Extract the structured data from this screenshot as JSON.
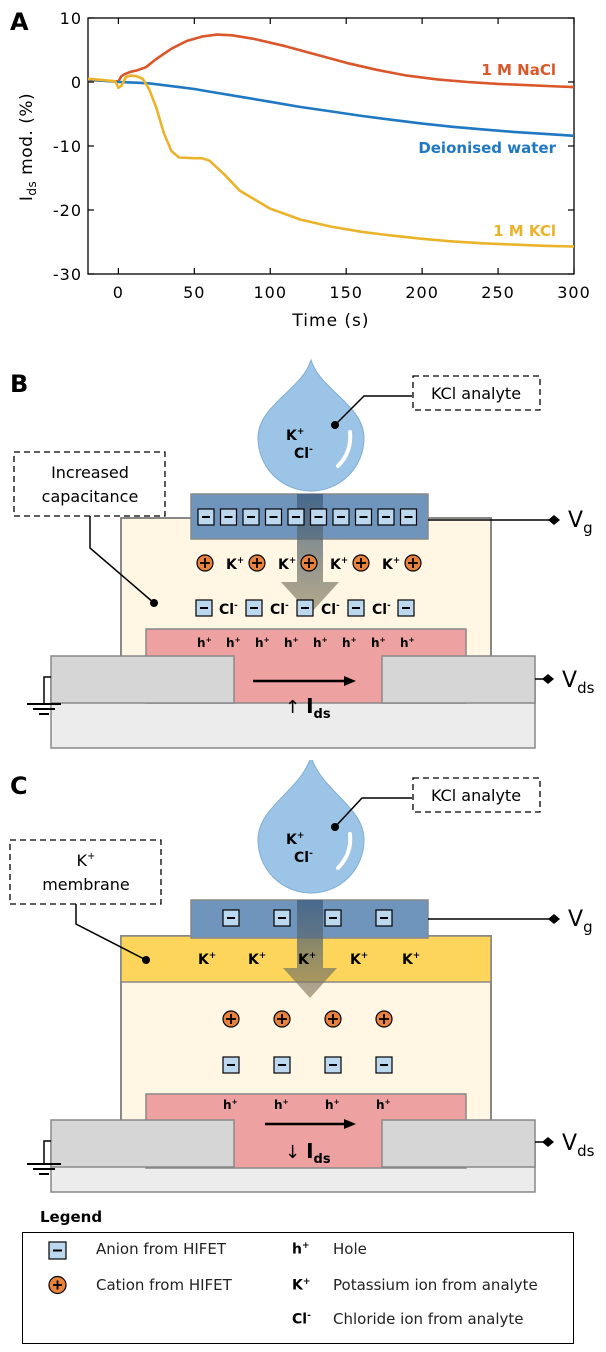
{
  "chart_data": {
    "type": "line",
    "panel_label": "A",
    "xlabel": "Time (s)",
    "ylabel_main": "I",
    "ylabel_sub": "ds",
    "ylabel_rest": " mod. (%)",
    "xlim": [
      -20,
      300
    ],
    "ylim": [
      -30,
      10
    ],
    "xticks": [
      0,
      50,
      100,
      150,
      200,
      250,
      300
    ],
    "yticks": [
      10,
      0,
      -10,
      -20,
      -30
    ],
    "series": [
      {
        "name": "1 M NaCl",
        "color": "#d9572a",
        "x": [
          -20,
          -10,
          0,
          2,
          4,
          8,
          12,
          18,
          25,
          35,
          45,
          55,
          65,
          75,
          90,
          110,
          130,
          150,
          170,
          190,
          210,
          230,
          250,
          270,
          290,
          300
        ],
        "y": [
          0.3,
          0.2,
          0.1,
          0.9,
          1.2,
          1.6,
          1.8,
          2.3,
          3.6,
          5.2,
          6.4,
          7.1,
          7.4,
          7.3,
          6.7,
          5.6,
          4.3,
          3.0,
          1.9,
          1.0,
          0.4,
          0.0,
          -0.3,
          -0.5,
          -0.7,
          -0.8
        ]
      },
      {
        "name": "Deionised water",
        "color": "#1f78c1",
        "x": [
          -20,
          -10,
          0,
          10,
          20,
          30,
          40,
          50,
          60,
          80,
          100,
          120,
          140,
          160,
          180,
          200,
          220,
          240,
          260,
          280,
          300
        ],
        "y": [
          0.4,
          0.2,
          0.0,
          -0.1,
          -0.2,
          -0.5,
          -0.8,
          -1.1,
          -1.5,
          -2.3,
          -3.1,
          -3.9,
          -4.6,
          -5.3,
          -5.9,
          -6.5,
          -7.0,
          -7.4,
          -7.8,
          -8.1,
          -8.4
        ]
      },
      {
        "name": "1 M KCl",
        "color": "#eab32a",
        "x": [
          -20,
          -10,
          -2,
          0,
          2,
          5,
          8,
          12,
          16,
          20,
          25,
          30,
          35,
          40,
          50,
          55,
          60,
          70,
          80,
          100,
          120,
          140,
          160,
          180,
          200,
          220,
          240,
          260,
          280,
          300
        ],
        "y": [
          0.5,
          0.3,
          0.1,
          -0.9,
          -0.6,
          0.8,
          1.0,
          0.9,
          0.5,
          -1.0,
          -4.0,
          -8.0,
          -10.8,
          -11.8,
          -11.9,
          -11.9,
          -12.3,
          -14.5,
          -17.0,
          -19.8,
          -21.5,
          -22.6,
          -23.4,
          -24.0,
          -24.5,
          -24.9,
          -25.2,
          -25.4,
          -25.6,
          -25.7
        ]
      }
    ],
    "series_labels": [
      "1 M NaCl",
      "Deionised water",
      "1 M KCl"
    ]
  },
  "panel_b": {
    "label": "B",
    "analyte_box": "KCl analyte",
    "note_line1": "Increased",
    "note_line2": "capacitance",
    "vg": "V",
    "vg_sub": "g",
    "vds": "V",
    "vds_sub": "ds",
    "drop_k": "K",
    "drop_cl": "Cl",
    "cation_label": "K",
    "anion_label": "Cl",
    "hole_label": "h",
    "ids_arrow": "↑",
    "ids_main": "I",
    "ids_sub": "ds"
  },
  "panel_c": {
    "label": "C",
    "analyte_box": "KCl analyte",
    "note_line1": "K",
    "note_line2": "membrane",
    "vg": "V",
    "vg_sub": "g",
    "vds": "V",
    "vds_sub": "ds",
    "drop_k": "K",
    "drop_cl": "Cl",
    "membrane_label": "K",
    "hole_label": "h",
    "ids_arrow": "↓",
    "ids_main": "I",
    "ids_sub": "ds"
  },
  "legend": {
    "title": "Legend",
    "anion": "Anion from HIFET",
    "cation": "Cation from HIFET",
    "hole_sym": "h",
    "hole": "Hole",
    "k_sym": "K",
    "k": "Potassium ion from analyte",
    "cl_sym": "Cl",
    "cl": "Chloride ion from analyte"
  },
  "colors": {
    "gate": "#6f95bd",
    "electrolyte": "#fff6e4",
    "channel": "#eea1a1",
    "contact": "#d6d6d6",
    "substrate": "#ececec",
    "membrane": "#fdd55a",
    "anion": "#bcd8ef",
    "cation": "#e7833d",
    "drop": "#9cc4e6"
  }
}
